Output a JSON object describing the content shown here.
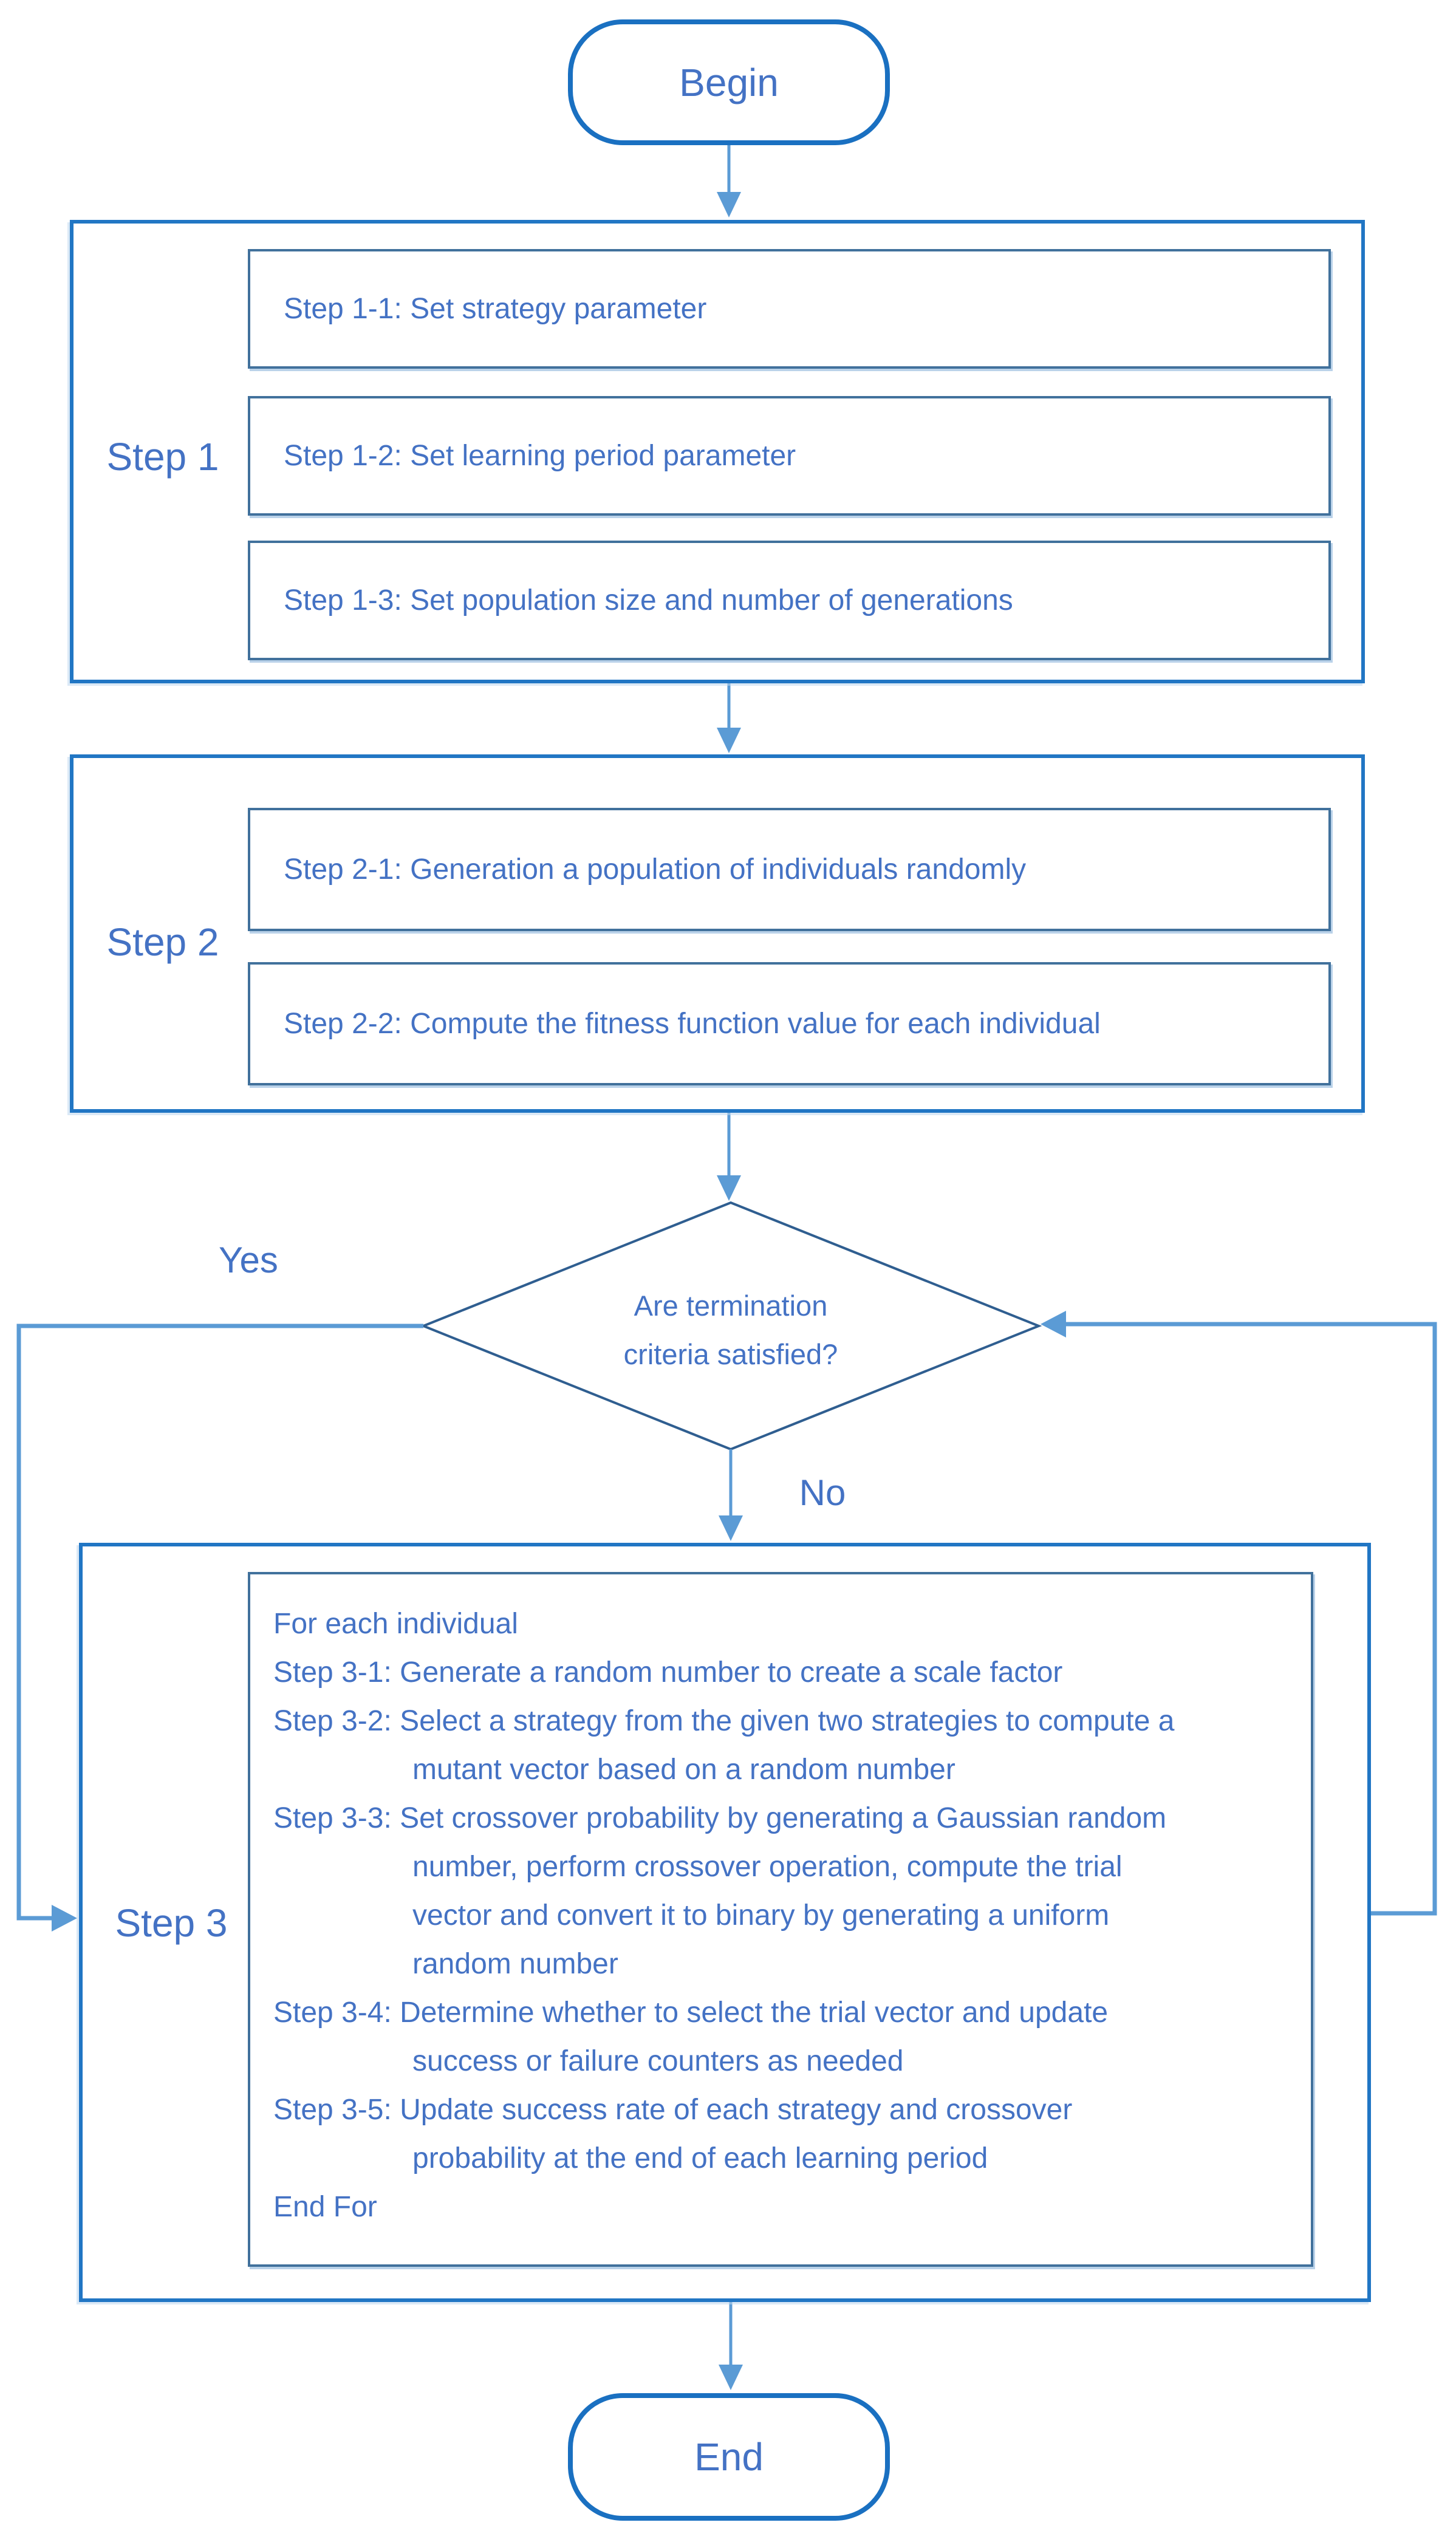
{
  "diagram": {
    "begin_label": "Begin",
    "end_label": "End",
    "yes_label": "Yes",
    "no_label": "No",
    "decision": {
      "line1": "Are termination",
      "line2": "criteria satisfied?"
    },
    "step1": {
      "label": "Step 1",
      "boxes": [
        "Step 1-1: Set strategy parameter",
        "Step 1-2: Set learning period parameter",
        "Step 1-3: Set population size and number of generations"
      ]
    },
    "step2": {
      "label": "Step 2",
      "boxes": [
        "Step 2-1: Generation a population of individuals randomly",
        "Step 2-2: Compute the fitness function value for each individual"
      ]
    },
    "step3": {
      "label": "Step 3",
      "lines": [
        {
          "t": "For each individual"
        },
        {
          "t": "Step 3-1: Generate a random number to create a scale factor"
        },
        {
          "t": "Step 3-2: Select a strategy from the given two strategies to compute a"
        },
        {
          "t": "mutant vector based on a random number"
        },
        {
          "t": "Step 3-3: Set crossover probability by generating a Gaussian random"
        },
        {
          "t": "number, perform crossover operation, compute the trial"
        },
        {
          "t": "vector and convert it to binary by generating a uniform"
        },
        {
          "t": "random number"
        },
        {
          "t": "Step 3-4: Determine whether to select the trial vector and update"
        },
        {
          "t": "success or failure counters as needed"
        },
        {
          "t": "Step 3-5: Update success rate of each strategy and crossover"
        },
        {
          "t": "probability at the end of each learning period"
        },
        {
          "t": "End For"
        }
      ]
    }
  },
  "colors": {
    "text": "#4472C4",
    "container_border": "#2176C4",
    "inner_border": "#41719C",
    "terminal_border": "#1A70C1",
    "connector": "#5B9BD5",
    "diamond_border": "#2F5E90"
  }
}
